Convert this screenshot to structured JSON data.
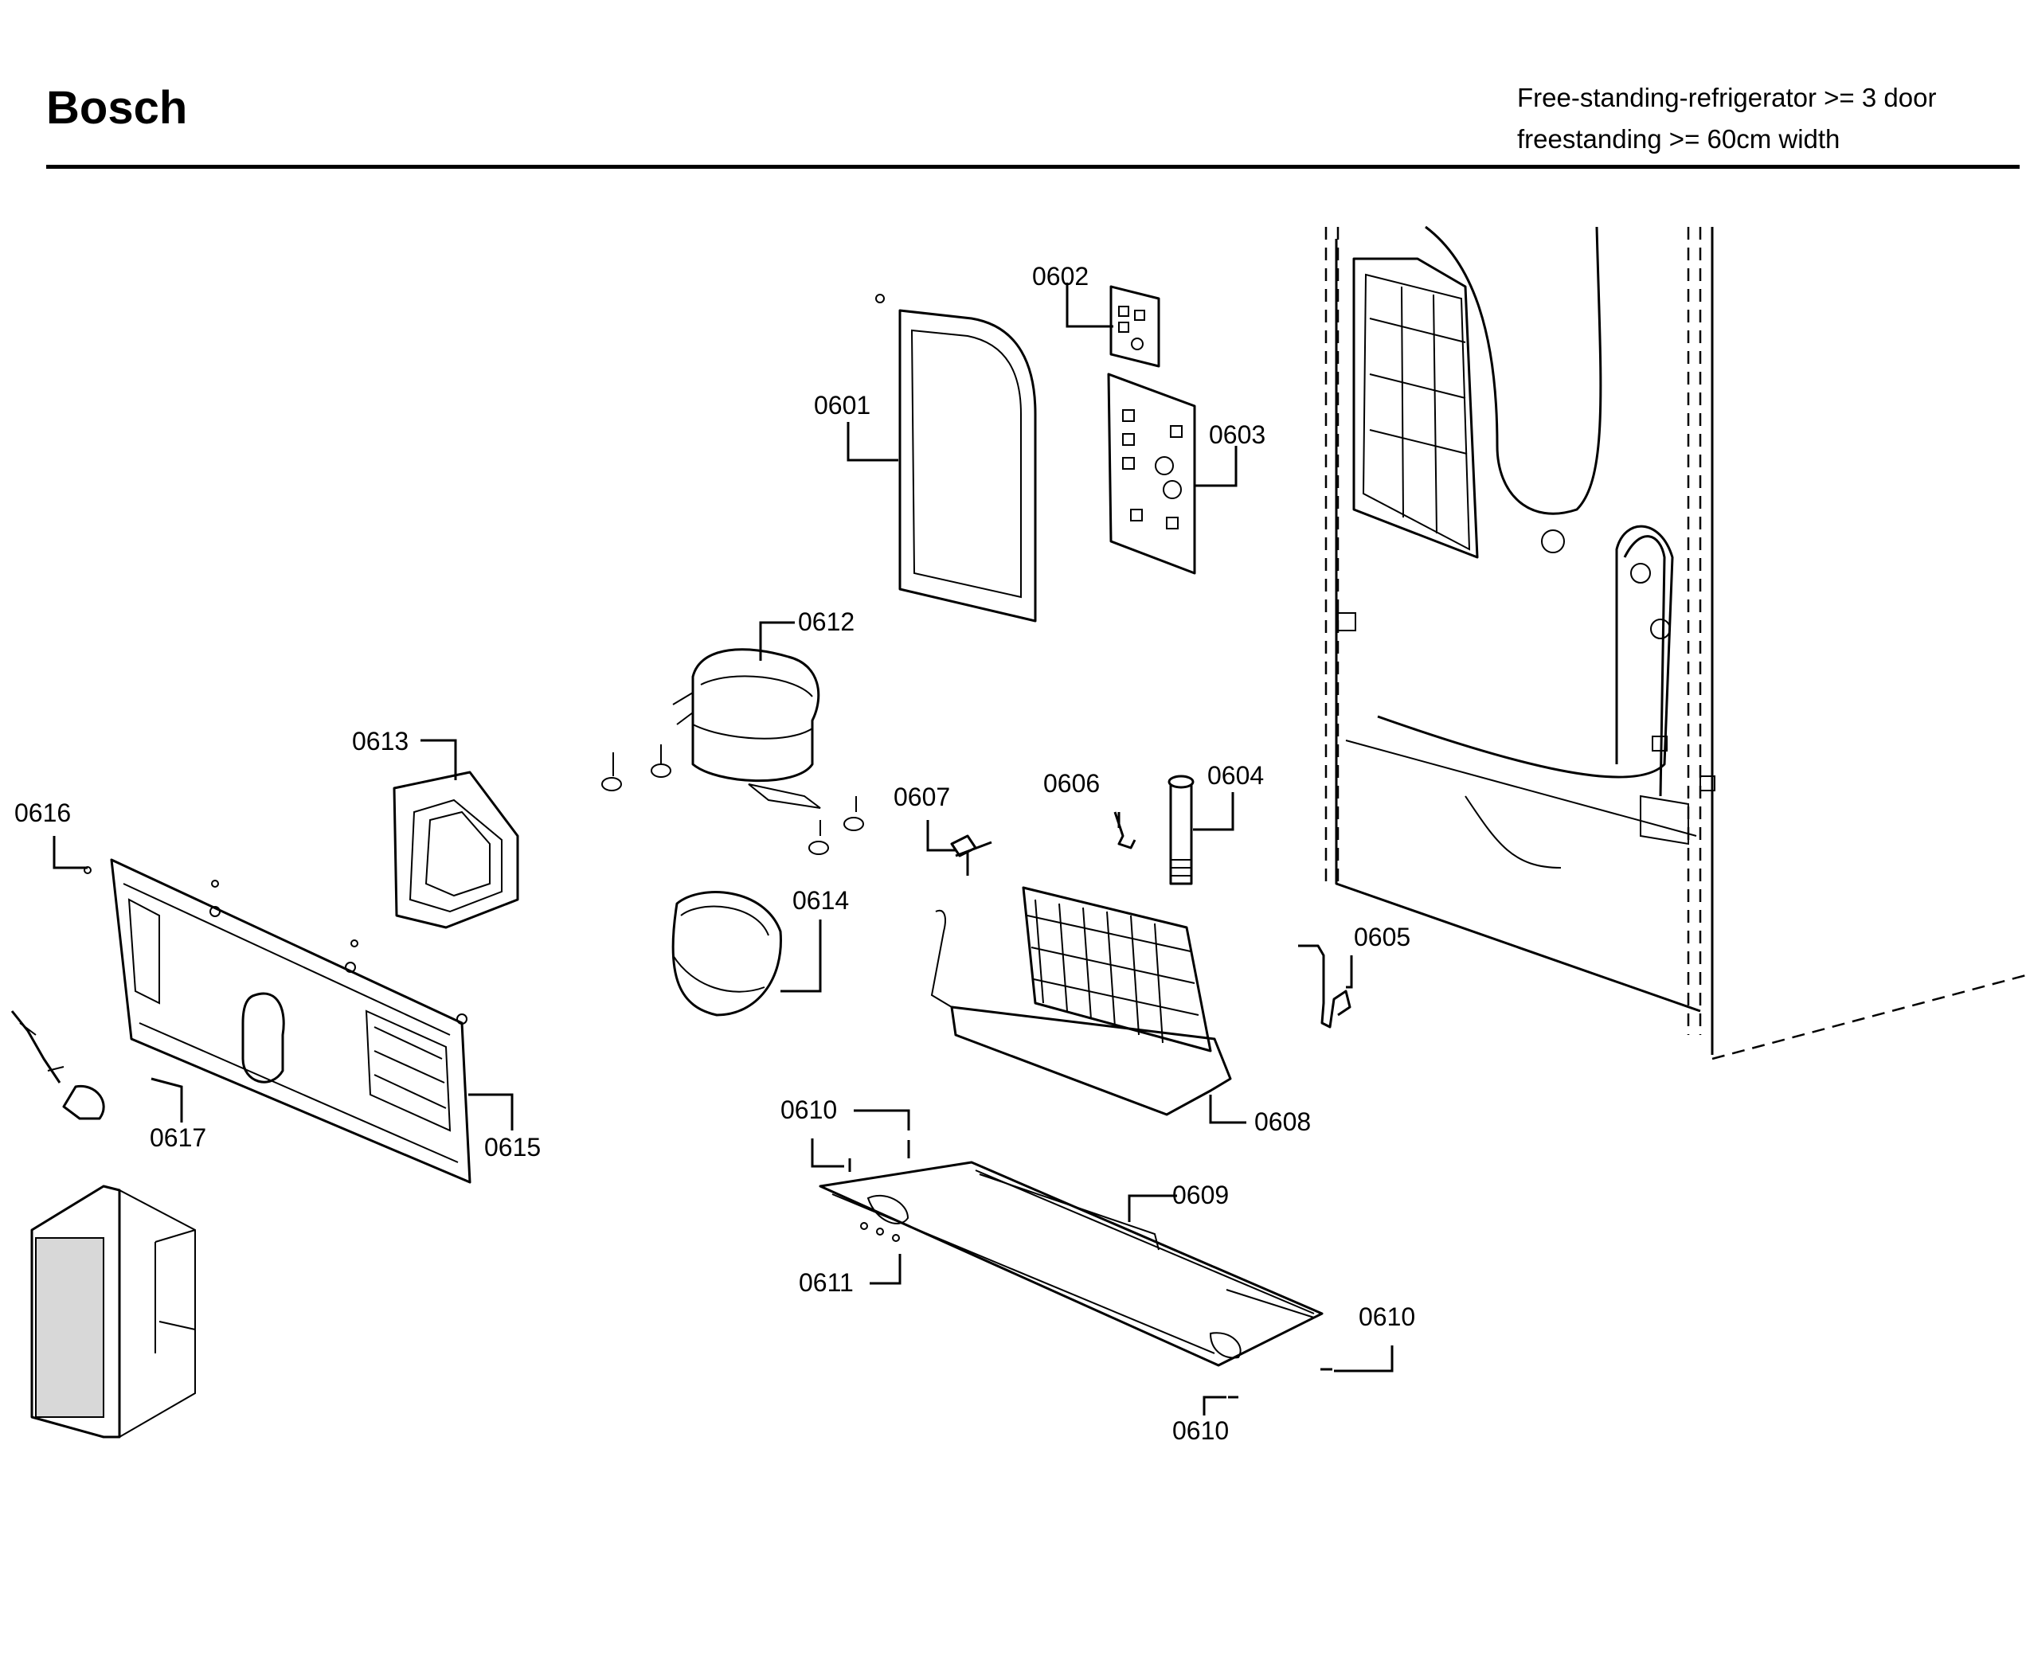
{
  "header": {
    "brand": "Bosch",
    "description_line1": "Free-standing-refrigerator >= 3 door",
    "description_line2": "freestanding >= 60cm width"
  },
  "parts": {
    "p0601": "0601",
    "p0602": "0602",
    "p0603": "0603",
    "p0604": "0604",
    "p0605": "0605",
    "p0606": "0606",
    "p0607": "0607",
    "p0608": "0608",
    "p0609": "0609",
    "p0610": "0610",
    "p0611": "0611",
    "p0612": "0612",
    "p0613": "0613",
    "p0614": "0614",
    "p0615": "0615",
    "p0616": "0616",
    "p0617": "0617"
  }
}
